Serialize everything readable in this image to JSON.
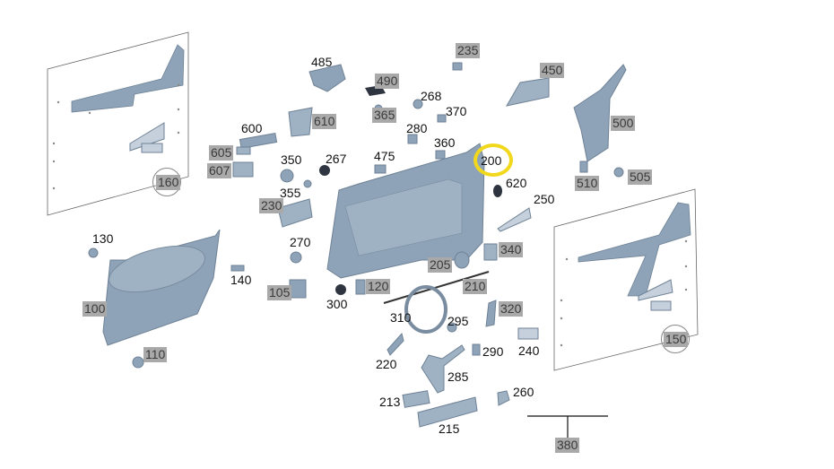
{
  "diagram": {
    "highlight_color": "#f2d81c",
    "part_color": "#8ea3b8",
    "label_box_color": "#a9a9a9",
    "highlighted_part": "200",
    "labels": [
      {
        "id": "160",
        "style": "boxed-circled"
      },
      {
        "id": "600",
        "style": "plain"
      },
      {
        "id": "605",
        "style": "boxed"
      },
      {
        "id": "607",
        "style": "boxed"
      },
      {
        "id": "485",
        "style": "plain"
      },
      {
        "id": "610",
        "style": "boxed"
      },
      {
        "id": "490",
        "style": "boxed"
      },
      {
        "id": "235",
        "style": "boxed"
      },
      {
        "id": "268",
        "style": "plain"
      },
      {
        "id": "365",
        "style": "boxed"
      },
      {
        "id": "370",
        "style": "plain"
      },
      {
        "id": "280",
        "style": "plain"
      },
      {
        "id": "360",
        "style": "plain"
      },
      {
        "id": "350",
        "style": "plain"
      },
      {
        "id": "267",
        "style": "plain"
      },
      {
        "id": "475",
        "style": "plain"
      },
      {
        "id": "355",
        "style": "plain"
      },
      {
        "id": "230",
        "style": "boxed"
      },
      {
        "id": "450",
        "style": "boxed"
      },
      {
        "id": "500",
        "style": "boxed"
      },
      {
        "id": "510",
        "style": "boxed"
      },
      {
        "id": "505",
        "style": "boxed"
      },
      {
        "id": "200",
        "style": "highlighted"
      },
      {
        "id": "620",
        "style": "plain"
      },
      {
        "id": "250",
        "style": "plain"
      },
      {
        "id": "130",
        "style": "plain"
      },
      {
        "id": "140",
        "style": "plain"
      },
      {
        "id": "100",
        "style": "boxed"
      },
      {
        "id": "110",
        "style": "boxed"
      },
      {
        "id": "270",
        "style": "plain"
      },
      {
        "id": "105",
        "style": "boxed"
      },
      {
        "id": "300",
        "style": "plain"
      },
      {
        "id": "120",
        "style": "boxed"
      },
      {
        "id": "205",
        "style": "boxed"
      },
      {
        "id": "340",
        "style": "boxed"
      },
      {
        "id": "210",
        "style": "boxed"
      },
      {
        "id": "310",
        "style": "plain"
      },
      {
        "id": "320",
        "style": "boxed"
      },
      {
        "id": "295",
        "style": "plain"
      },
      {
        "id": "290",
        "style": "plain"
      },
      {
        "id": "240",
        "style": "plain"
      },
      {
        "id": "220",
        "style": "plain"
      },
      {
        "id": "285",
        "style": "plain"
      },
      {
        "id": "213",
        "style": "plain"
      },
      {
        "id": "215",
        "style": "plain"
      },
      {
        "id": "260",
        "style": "plain"
      },
      {
        "id": "380",
        "style": "boxed"
      },
      {
        "id": "150",
        "style": "boxed-circled"
      }
    ]
  }
}
